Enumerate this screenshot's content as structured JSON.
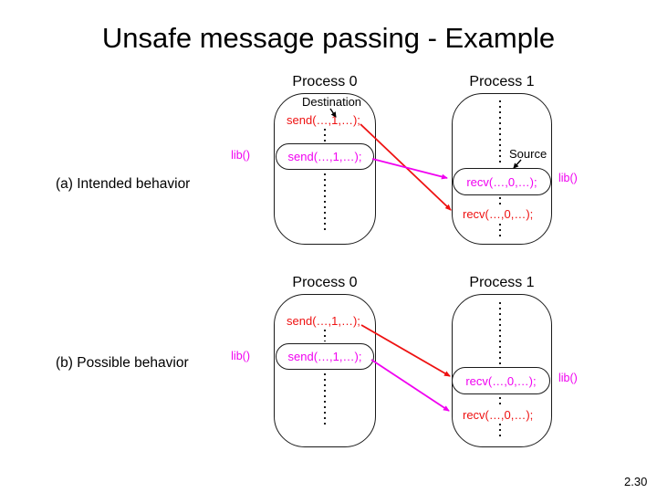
{
  "title": "Unsafe message passing - Example",
  "page_number": "2.30",
  "colors": {
    "user_call": "#ee1111",
    "library_call": "#f000f0",
    "outline": "#000000",
    "background": "#ffffff"
  },
  "diagrams": {
    "a": {
      "caption": "(a) Intended behavior",
      "process0": "Process 0",
      "process1": "Process 1",
      "destination": "Destination",
      "source": "Source",
      "send_user": "send(…,1,…);",
      "send_lib": "send(…,1,…);",
      "recv_lib": "recv(…,0,…);",
      "recv_user": "recv(…,0,…);",
      "lib_left": "lib()",
      "lib_right": "lib()"
    },
    "b": {
      "caption": "(b) Possible behavior",
      "process0": "Process 0",
      "process1": "Process 1",
      "send_user": "send(…,1,…);",
      "send_lib": "send(…,1,…);",
      "recv_lib": "recv(…,0,…);",
      "recv_user": "recv(…,0,…);",
      "lib_left": "lib()",
      "lib_right": "lib()"
    }
  }
}
